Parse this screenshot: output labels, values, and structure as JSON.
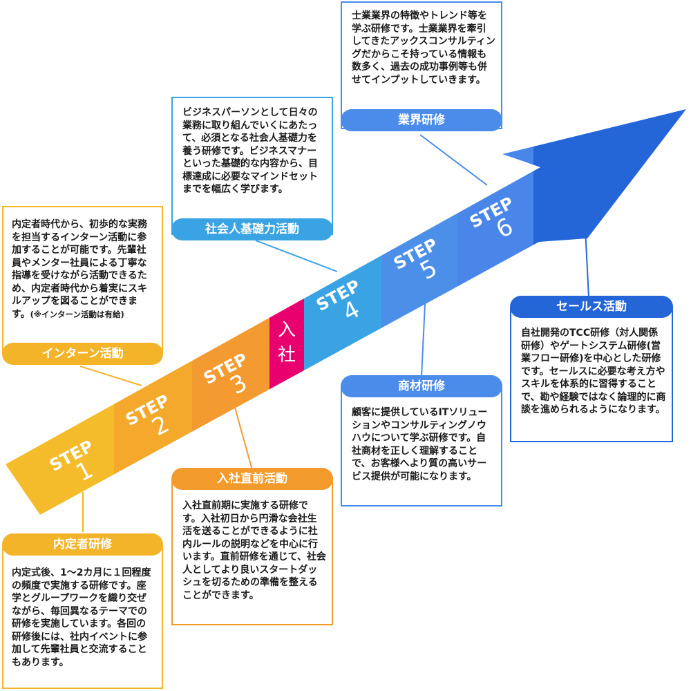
{
  "colors": {
    "orange_light": "#F4B429",
    "orange": "#F39A2C",
    "orange_dark": "#F28C30",
    "pink": "#E8006E",
    "blue_light": "#3AA3E3",
    "blue": "#4B8BEA",
    "blue_dark": "#2466D8"
  },
  "steps": [
    {
      "label": "STEP",
      "num": "1"
    },
    {
      "label": "STEP",
      "num": "2"
    },
    {
      "label": "STEP",
      "num": "3"
    },
    {
      "label": "入",
      "num": "社"
    },
    {
      "label": "STEP",
      "num": "4"
    },
    {
      "label": "STEP",
      "num": "5"
    },
    {
      "label": "STEP",
      "num": "6"
    }
  ],
  "boxes": {
    "naitei": {
      "title": "内定者研修",
      "text": "内定式後、1～2カ月に１回程度の頻度で実施する研修です。座学とグループワークを織り交ぜながら、毎回異なるテーマでの研修を実施しています。各回の研修後には、社内イベントに参加して先輩社員と交流することもあります。"
    },
    "intern": {
      "title": "インターン活動",
      "text": "内定者時代から、初歩的な実務を担当するインターン活動に参加することが可能です。先輩社員やメンター社員による丁寧な指導を受けながら活動できるため、内定者時代から着実にスキルアップを図ることができます。",
      "note": "(※インターン活動は有給)"
    },
    "chokuzen": {
      "title": "入社直前活動",
      "text": "入社直前期に実施する研修です。入社初日から円滑な会社生活を送ることができるように社内ルールの説明などを中心に行います。直前研修を通じて、社会人としてより良いスタートダッシュを切るための準備を整えることができます。"
    },
    "shakaijin": {
      "title": "社会人基礎力活動",
      "text": "ビジネスパーソンとして日々の業務に取り組んでいくにあたって、必須となる社会人基礎力を養う研修です。ビジネスマナーといった基礎的な内容から、目標達成に必要なマインドセットまでを幅広く学びます。"
    },
    "shozai": {
      "title": "商材研修",
      "text": "顧客に提供しているITソリューションやコンサルティングノウハウについて学ぶ研修です。自社商材を正しく理解することで、お客様へより質の高いサービス提供が可能になります。"
    },
    "gyokai": {
      "title": "業界研修",
      "text": "士業業界の特徴やトレンド等を学ぶ研修です。士業業界を牽引してきたアックスコンサルティングだからこそ持っている情報も数多く、過去の成功事例等も併せてインプットしていきます。"
    },
    "sales": {
      "title": "セールス活動",
      "text": "自社開発のTCC研修（対人関係研修）やゲートシステム研修(営業フロー研修)を中心とした研修です。セールスに必要な考え方やスキルを体系的に習得することで、勘や経験ではなく論理的に商談を進められるようになります。"
    }
  }
}
